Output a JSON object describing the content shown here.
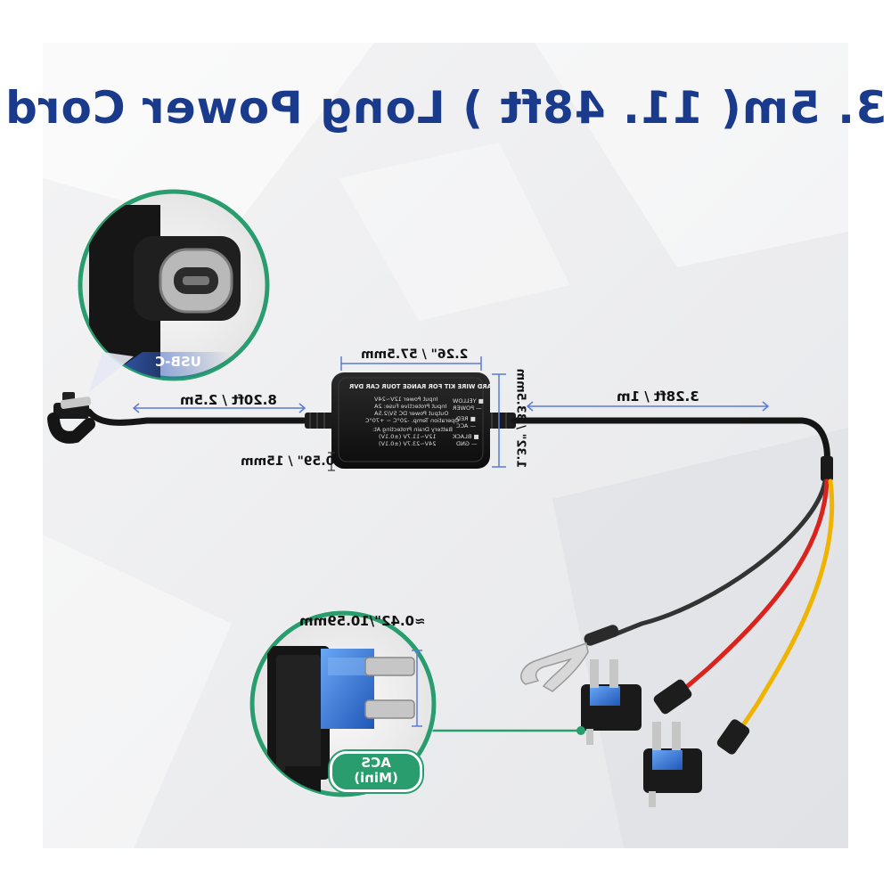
{
  "title": "3. 5m( 11. 48ft ) Long Power Cord",
  "dimensions": {
    "box_width": "2.26\" / 57.5mm",
    "box_height": "1.32\" / 33.5mm",
    "box_depth": "0.59\" / 15mm",
    "cable_usb_side": "8.20ft / 2.5m",
    "cable_wire_side": "3.28ft / 1m",
    "fuse_width": "≈0.42\"/10.59mm"
  },
  "connector_label": "USB-C",
  "fuse_badge": {
    "line1": "ACS",
    "line2": "(Mini)"
  },
  "control_box": {
    "heading": "HARD WIRE KIT FOR RANGE TOUR CAR DVR",
    "specs": [
      "Input Power 12V~24V",
      "Input Protective Fuse: 2A",
      "Output Power DC  5V/2.5A",
      "Operation Temp. -20°C ~ +70°C"
    ],
    "battery_heading": "Battery Drain Protecting At:",
    "battery_values": [
      "12V~11.7V (±0.1V)",
      "24V~23.7V (±0.1V)"
    ],
    "wire_legend": [
      "■ YELLOW",
      "— POWER",
      "■ RED",
      "— ACC",
      "■ BLACK",
      "— GND"
    ]
  },
  "colors": {
    "title": "#1a3a8c",
    "accent_green": "#2a9d6e",
    "wire_red": "#d9231c",
    "wire_yellow": "#f0b400",
    "wire_black": "#333333",
    "fuse_blue": "#2a6fd0"
  }
}
